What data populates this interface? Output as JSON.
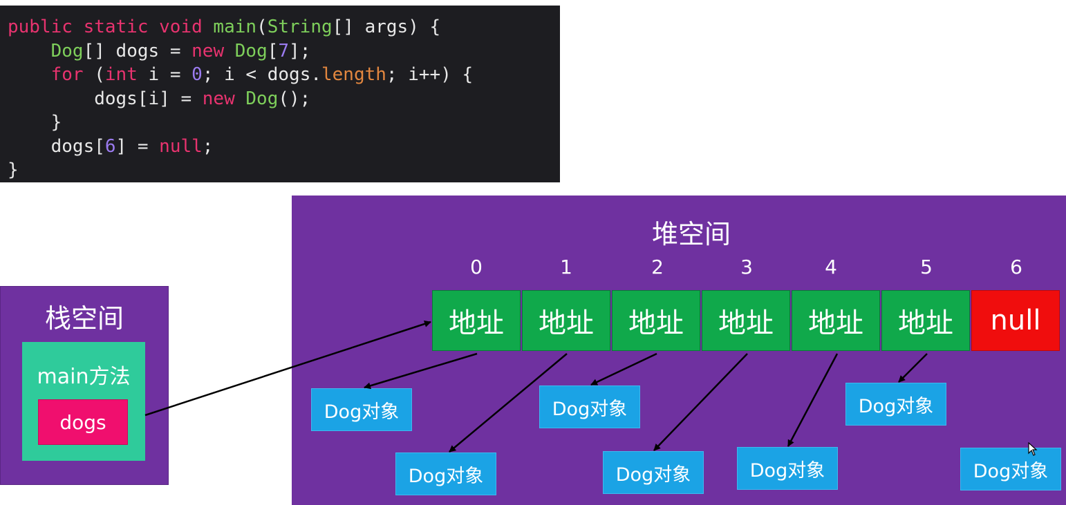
{
  "code": {
    "lines": [
      [
        [
          "kw",
          "public static void "
        ],
        [
          "fn",
          "main"
        ],
        [
          "pl",
          "("
        ],
        [
          "ty",
          "String"
        ],
        [
          "pl",
          "[] args) {"
        ]
      ],
      [
        [
          "pl",
          "    "
        ],
        [
          "ty",
          "Dog"
        ],
        [
          "pl",
          "[] dogs = "
        ],
        [
          "kw",
          "new "
        ],
        [
          "ty",
          "Dog"
        ],
        [
          "pl",
          "["
        ],
        [
          "num",
          "7"
        ],
        [
          "pl",
          "];"
        ]
      ],
      [
        [
          "pl",
          "    "
        ],
        [
          "kw",
          "for "
        ],
        [
          "pl",
          "("
        ],
        [
          "kw",
          "int "
        ],
        [
          "pl",
          "i = "
        ],
        [
          "num",
          "0"
        ],
        [
          "pl",
          "; i < dogs."
        ],
        [
          "prop",
          "length"
        ],
        [
          "pl",
          "; i++) {"
        ]
      ],
      [
        [
          "pl",
          "        dogs[i] = "
        ],
        [
          "kw",
          "new "
        ],
        [
          "ty",
          "Dog"
        ],
        [
          "pl",
          "();"
        ]
      ],
      [
        [
          "pl",
          "    }"
        ]
      ],
      [
        [
          "pl",
          "    dogs["
        ],
        [
          "num",
          "6"
        ],
        [
          "pl",
          "] = "
        ],
        [
          "kw",
          "null"
        ],
        [
          "pl",
          ";"
        ]
      ],
      [
        [
          "pl",
          "}"
        ]
      ]
    ]
  },
  "heap": {
    "title": "堆空间",
    "indices": [
      "0",
      "1",
      "2",
      "3",
      "4",
      "5",
      "6"
    ],
    "cells": [
      "地址",
      "地址",
      "地址",
      "地址",
      "地址",
      "地址",
      "null"
    ],
    "objects": [
      "Dog对象",
      "Dog对象",
      "Dog对象",
      "Dog对象",
      "Dog对象",
      "Dog对象",
      "Dog对象"
    ]
  },
  "stack": {
    "title": "栈空间",
    "frame_label": "main方法",
    "variable": "dogs"
  },
  "colors": {
    "space_bg": "#6f31a0",
    "cell_green": "#10a94b",
    "cell_null": "#f00d0d",
    "object_blue": "#1ba3e5",
    "frame_teal": "#2fcb9b",
    "var_pink": "#f00f6e"
  }
}
